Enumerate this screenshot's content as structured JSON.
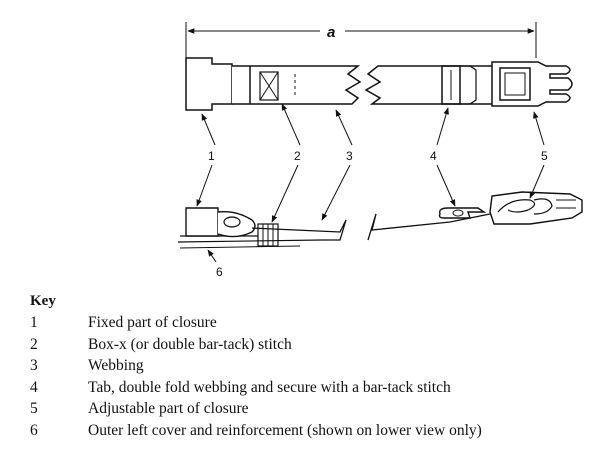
{
  "dimension_label": "a",
  "callouts": [
    "1",
    "2",
    "3",
    "4",
    "5",
    "6"
  ],
  "key": {
    "title": "Key",
    "items": [
      {
        "num": "1",
        "text": "Fixed part of closure"
      },
      {
        "num": "2",
        "text": "Box-x (or double bar-tack) stitch"
      },
      {
        "num": "3",
        "text": "Webbing"
      },
      {
        "num": "4",
        "text": "Tab, double fold webbing and secure with a bar-tack stitch"
      },
      {
        "num": "5",
        "text": "Adjustable part of closure"
      },
      {
        "num": "6",
        "text": "Outer left cover and reinforcement (shown on lower view only)"
      }
    ]
  }
}
